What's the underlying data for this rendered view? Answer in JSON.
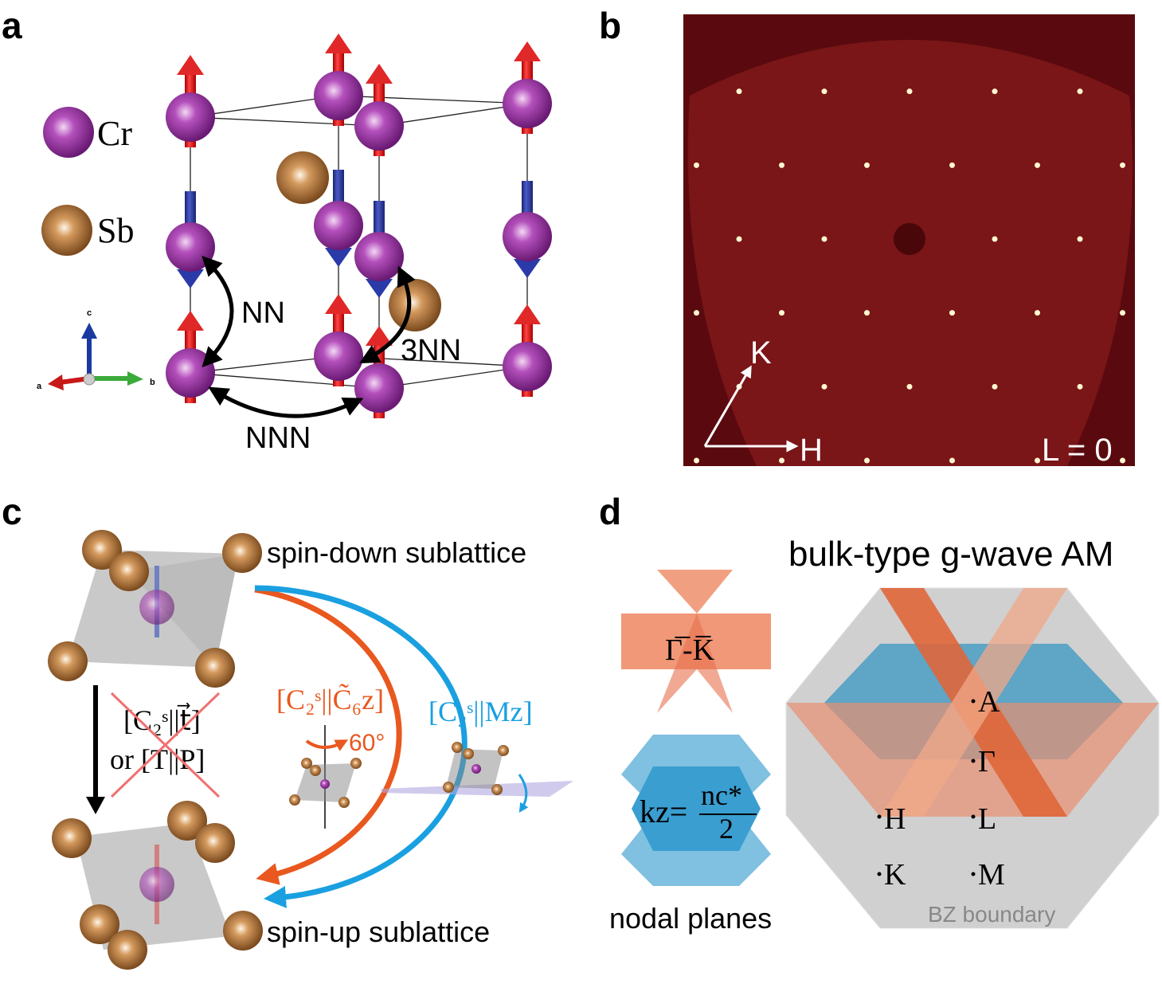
{
  "panels": {
    "a": {
      "label": "a",
      "legend": [
        {
          "symbol": "Cr",
          "color": "#a040a8"
        },
        {
          "symbol": "Sb",
          "color": "#c8884a"
        }
      ],
      "axes": {
        "a": "a",
        "b": "b",
        "c": "c"
      },
      "couplings": [
        "NN",
        "NNN",
        "3NN"
      ]
    },
    "b": {
      "label": "b",
      "axis_k": "K",
      "axis_h": "H",
      "plane": "L = 0"
    },
    "c": {
      "label": "c",
      "top_caption": "spin-down sublattice",
      "bottom_caption": "spin-up sublattice",
      "forbidden_line1": "[C₂ˢ||t⃗]",
      "forbidden_line2": "or [T||P]",
      "orange_op": "[C₂ˢ||C̃₆z]",
      "angle": "60°",
      "blue_op": "[C₂ˢ||Mz]"
    },
    "d": {
      "label": "d",
      "title": "bulk-type g-wave AM",
      "gamma_k": "Γ̅-K̅",
      "kz_lhs": "kz=",
      "kz_num": "nc*",
      "kz_den": "2",
      "nodal_caption": "nodal planes",
      "points": [
        "A",
        "Γ",
        "H",
        "L",
        "K",
        "M"
      ],
      "bz_caption": "BZ boundary"
    }
  },
  "colors": {
    "orange": "#e8581f",
    "blue": "#1aa0e0",
    "spin_up": "#d42020",
    "spin_down": "#283a9a",
    "diffraction_bg": "#5a0a0e"
  }
}
